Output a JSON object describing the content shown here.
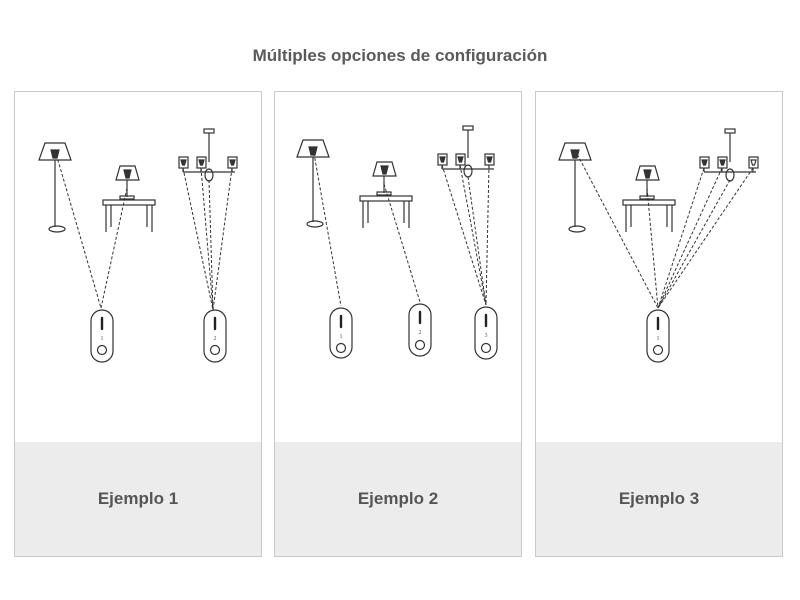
{
  "title": "Múltiples opciones de configuración",
  "examples": [
    {
      "caption": "Ejemplo 1",
      "remote_numbers": [
        "1",
        "2"
      ]
    },
    {
      "caption": "Ejemplo 2",
      "remote_numbers": [
        "1",
        "2",
        "3"
      ]
    },
    {
      "caption": "Ejemplo 3",
      "remote_numbers": [
        "1"
      ]
    }
  ]
}
